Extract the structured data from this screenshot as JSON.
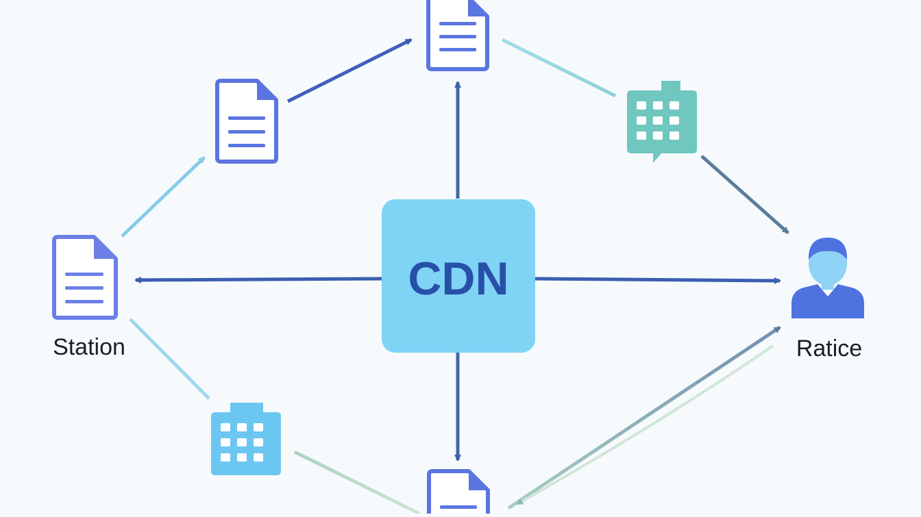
{
  "diagram": {
    "center": {
      "label": "CDN",
      "color": "#7fd3f5",
      "text_color": "#2750a8"
    },
    "nodes": [
      {
        "id": "station",
        "label": "Station",
        "icon": "document-icon"
      },
      {
        "id": "ratice",
        "label": "Ratice",
        "icon": "user-icon"
      },
      {
        "id": "top-document",
        "label": "",
        "icon": "document-icon"
      },
      {
        "id": "upper-left-document",
        "label": "",
        "icon": "document-icon"
      },
      {
        "id": "bottom-document",
        "label": "",
        "icon": "document-icon"
      },
      {
        "id": "upper-right-building",
        "label": "",
        "icon": "building-icon"
      },
      {
        "id": "lower-left-building",
        "label": "",
        "icon": "building-icon"
      }
    ],
    "edges": [
      {
        "from": "cdn",
        "to": "station",
        "directed": true
      },
      {
        "from": "cdn",
        "to": "ratice",
        "directed": true
      },
      {
        "from": "cdn",
        "to": "top-document",
        "directed": true
      },
      {
        "from": "cdn",
        "to": "bottom-document",
        "directed": true
      },
      {
        "from": "station",
        "to": "upper-left-document",
        "directed": true
      },
      {
        "from": "upper-left-document",
        "to": "top-document",
        "directed": true
      },
      {
        "from": "top-document",
        "to": "upper-right-building",
        "directed": false
      },
      {
        "from": "upper-right-building",
        "to": "ratice",
        "directed": true
      },
      {
        "from": "station",
        "to": "lower-left-building",
        "directed": false
      },
      {
        "from": "lower-left-building",
        "to": "bottom-document",
        "directed": false
      },
      {
        "from": "bottom-document",
        "to": "ratice",
        "directed": true
      },
      {
        "from": "ratice",
        "to": "bottom-document",
        "directed": true
      }
    ],
    "colors": {
      "document": "#5a74e0",
      "building_top": "#6fc7c0",
      "building_bottom": "#6cc6f2",
      "user": "#4e73e0",
      "arrow_dark": "#3a5fb0",
      "arrow_light": "#86cbea",
      "arrow_slate": "#5b7c9c",
      "arrow_green": "#b7d8c3"
    }
  }
}
